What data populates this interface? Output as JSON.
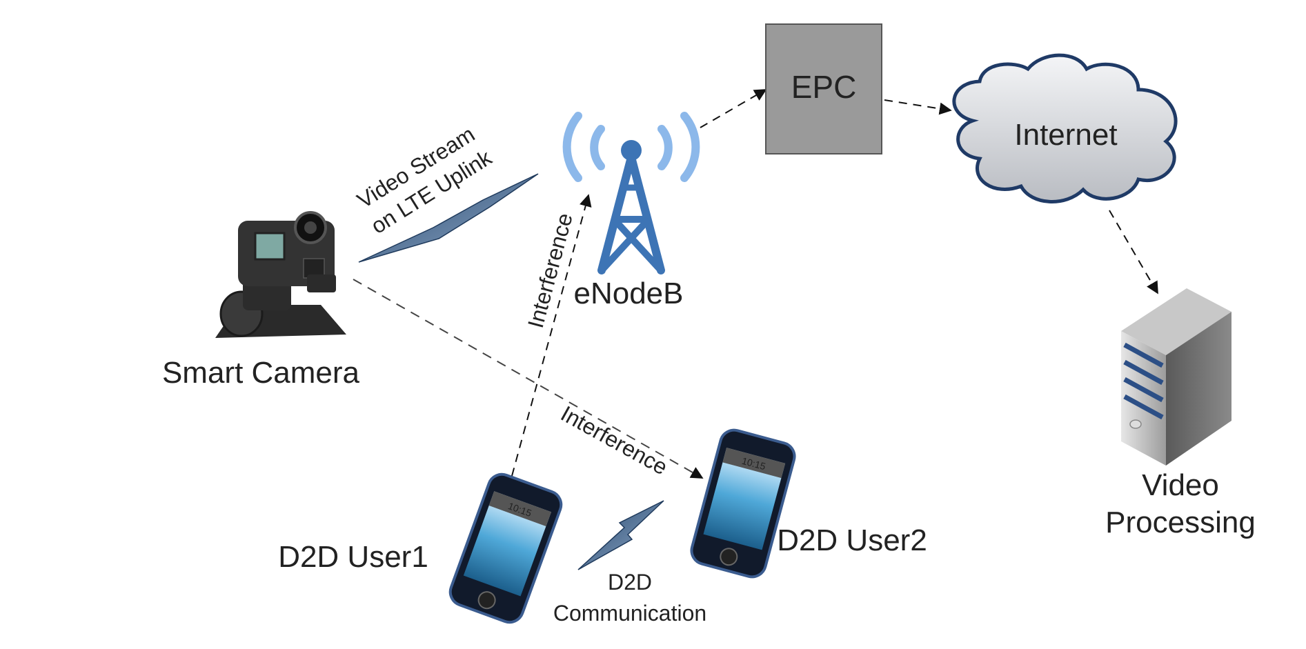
{
  "nodes": {
    "camera": {
      "label": "Smart Camera"
    },
    "enodeb": {
      "label": "eNodeB"
    },
    "epc": {
      "label": "EPC"
    },
    "internet": {
      "label": "Internet"
    },
    "server": {
      "label_line1": "Video",
      "label_line2": "Processing"
    },
    "user1": {
      "label": "D2D User1",
      "screen_time": "10:15"
    },
    "user2": {
      "label": "D2D User2",
      "screen_time": "10:15"
    }
  },
  "links": {
    "uplink": {
      "line1": "Video Stream",
      "line2": "on LTE Uplink"
    },
    "interference_enb": {
      "label": "Interference"
    },
    "interference_user2": {
      "label": "Interference"
    },
    "d2d": {
      "line1": "D2D",
      "line2": "Communication"
    }
  },
  "colors": {
    "tower_blue": "#3d74b5",
    "wave_blue": "#8cb8ea",
    "epc_fill": "#9a9a9a",
    "cloud_stroke": "#1f3a66",
    "bolt_dark": "#27496f"
  }
}
